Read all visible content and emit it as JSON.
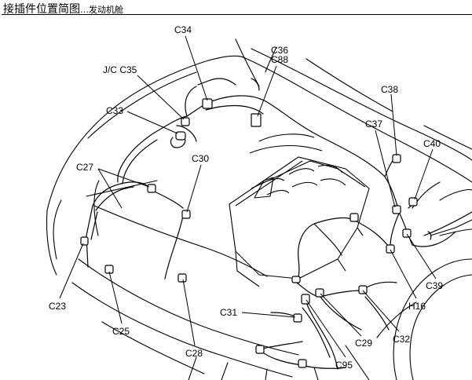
{
  "header": {
    "title": "接插件位置简图",
    "subtitle": "…发动机舱"
  },
  "connectors": [
    {
      "id": "c34",
      "label": "C34"
    },
    {
      "id": "c36",
      "label": "C36"
    },
    {
      "id": "c88",
      "label": "C88"
    },
    {
      "id": "jc35",
      "label": "J/C C35"
    },
    {
      "id": "c38",
      "label": "C38"
    },
    {
      "id": "c33",
      "label": "C33"
    },
    {
      "id": "c37",
      "label": "C37"
    },
    {
      "id": "c40",
      "label": "C40"
    },
    {
      "id": "c30",
      "label": "C30"
    },
    {
      "id": "c27",
      "label": "C27"
    },
    {
      "id": "c39",
      "label": "C39"
    },
    {
      "id": "c23",
      "label": "C23"
    },
    {
      "id": "h16",
      "label": "H16"
    },
    {
      "id": "c31",
      "label": "C31"
    },
    {
      "id": "c25",
      "label": "C25"
    },
    {
      "id": "c29",
      "label": "C29"
    },
    {
      "id": "c32",
      "label": "C32"
    },
    {
      "id": "c28",
      "label": "C28"
    },
    {
      "id": "c95",
      "label": "C95"
    }
  ]
}
